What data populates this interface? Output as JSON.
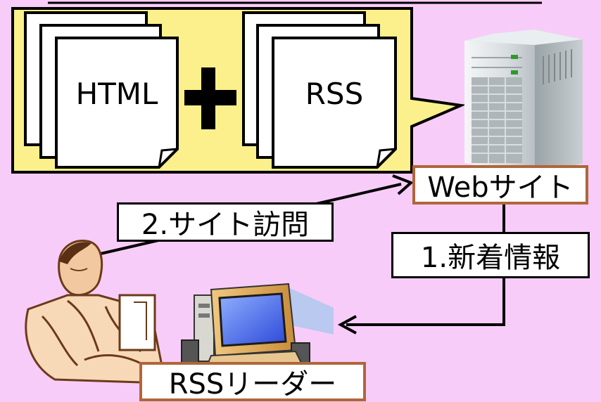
{
  "documents": {
    "html_label": "HTML",
    "rss_label": "RSS"
  },
  "labels": {
    "website": "Webサイト",
    "site_visit": "2.サイト訪問",
    "new_info": "1.新着情報",
    "rss_reader": "RSSリーダー"
  },
  "colors": {
    "background": "#f8ccf8",
    "callout_fill": "#fbf08c",
    "accent_border": "#b0663a",
    "stroke": "#000000"
  },
  "icons": {
    "server": "server-tower-icon",
    "person": "person-at-computer-icon",
    "computer": "desktop-computer-icon",
    "plus": "plus-icon"
  }
}
